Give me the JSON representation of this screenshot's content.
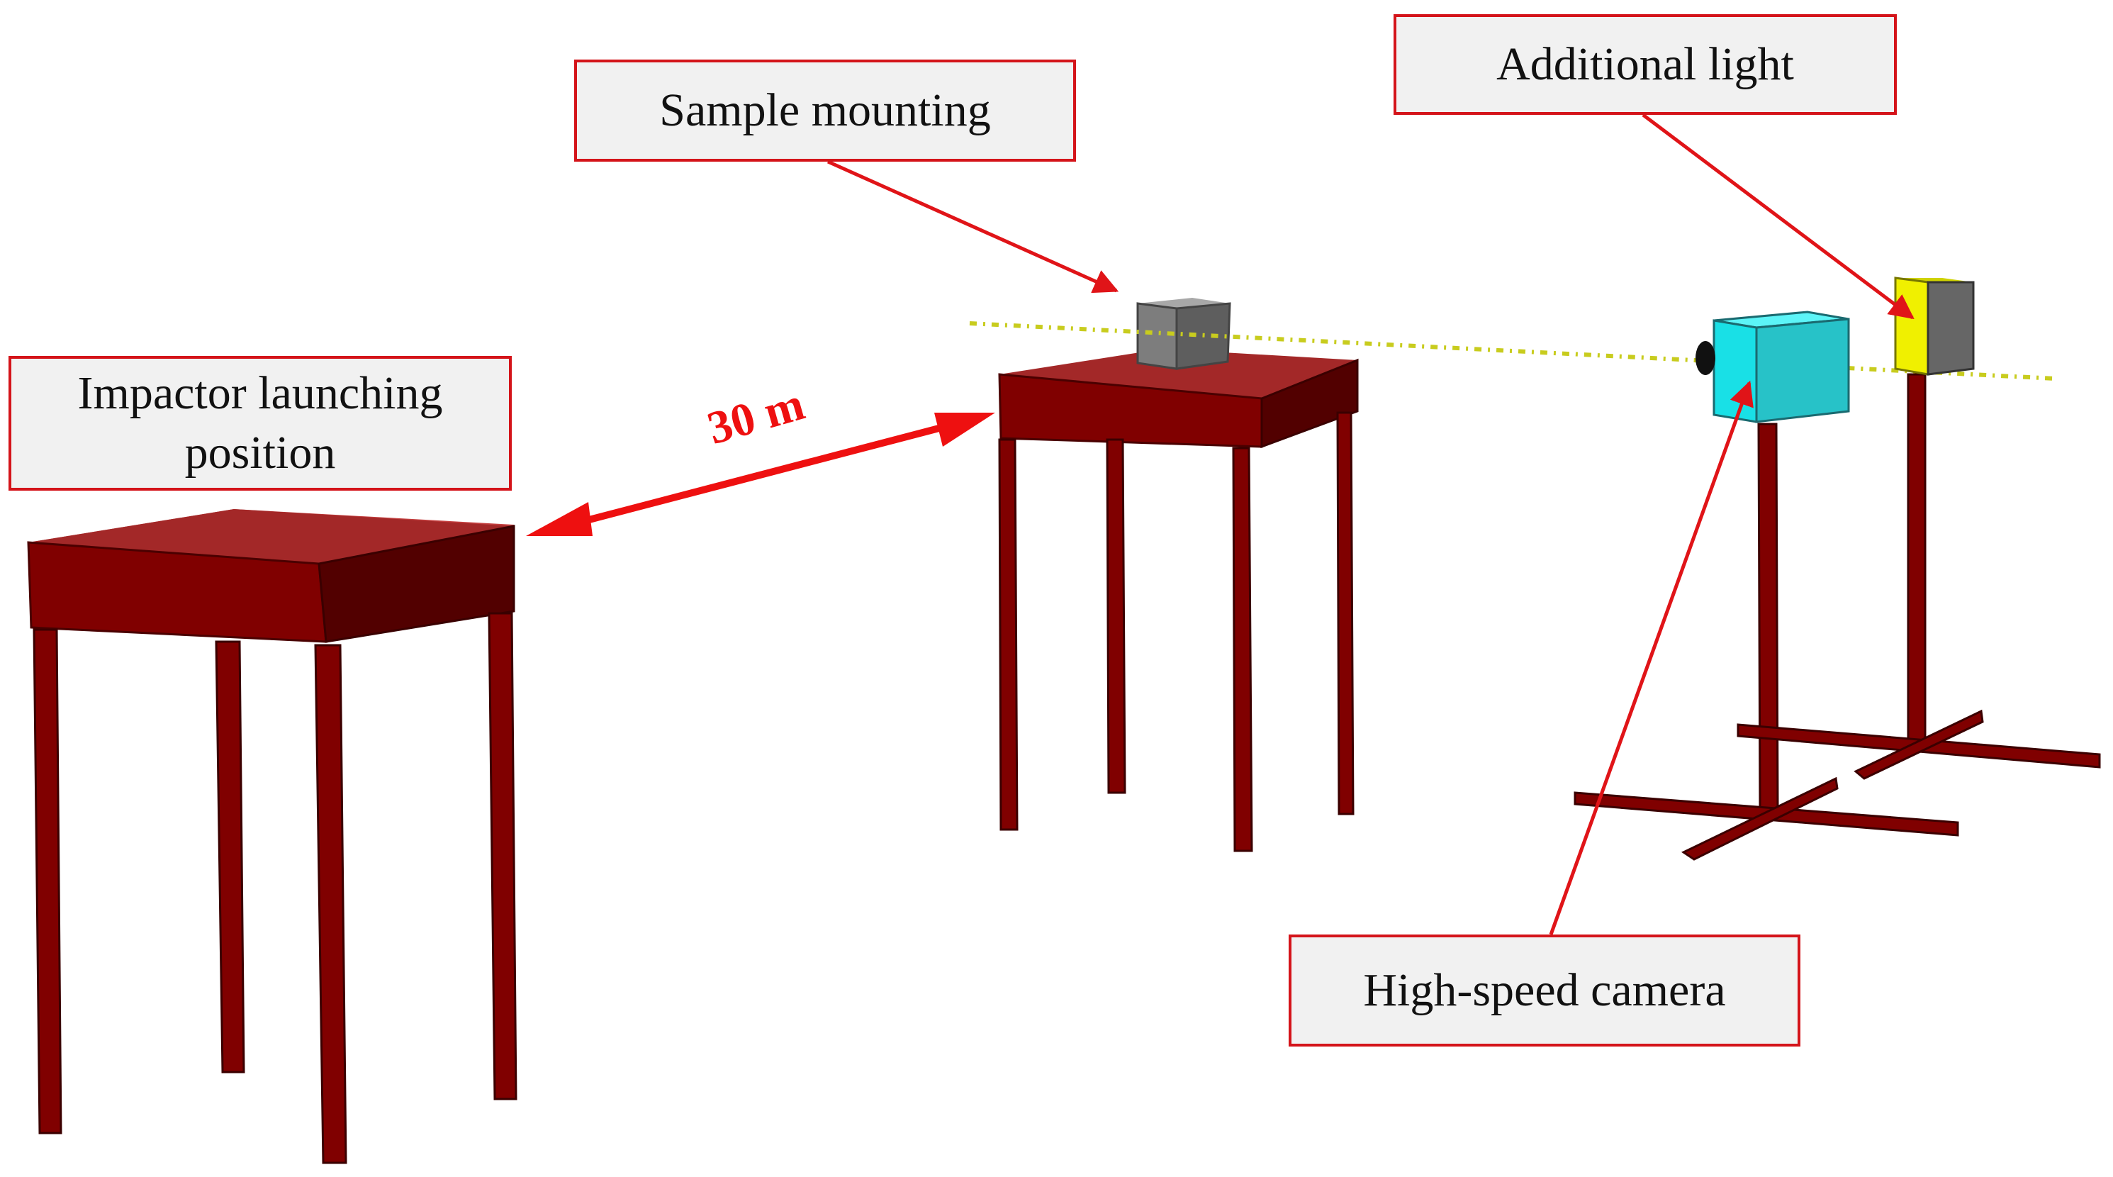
{
  "labels": {
    "sample_mounting": "Sample mounting",
    "additional_light": "Additional light",
    "impactor_launching_position": "Impactor launching position",
    "high_speed_camera": "High-speed camera"
  },
  "distance": "30 m",
  "colors": {
    "callout_border": "#d4141a",
    "callout_fill": "#f1f1f1",
    "pointer_arrow": "#e01418",
    "distance_arrow": "#ee1010",
    "table": "#800000",
    "table_side": "#4d0000",
    "sample_block": "#7a7a7a",
    "camera_body": "#19e0e6",
    "light_panel": "#f0f000",
    "alignment_line": "#c8cc1e"
  }
}
